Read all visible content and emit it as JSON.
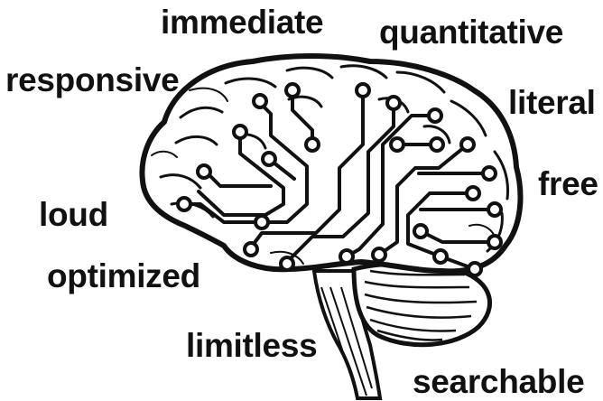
{
  "words": {
    "immediate": "immediate",
    "quantitative": "quantitative",
    "responsive": "responsive",
    "literal": "literal",
    "free": "free",
    "loud": "loud",
    "optimized": "optimized",
    "limitless": "limitless",
    "searchable": "searchable"
  },
  "colors": {
    "ink": "#111111",
    "background": "#ffffff"
  },
  "illustration": {
    "subject": "brain-circuit-icon"
  }
}
